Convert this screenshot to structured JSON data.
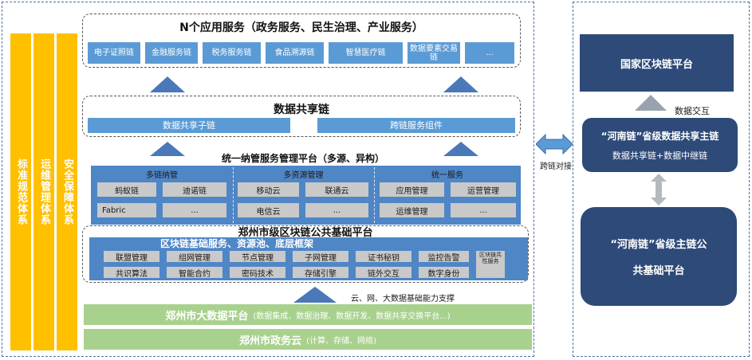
{
  "pillars": [
    "标准规范体系",
    "运维管理体系",
    "安全保障体系"
  ],
  "apps": {
    "title": "N个应用服务（政务服务、民生治理、产业服务）",
    "items": [
      "电子证照链",
      "金融服务链",
      "税务服务链",
      "食品溯源链",
      "智慧医疗链",
      "数据要素交易链",
      "..."
    ]
  },
  "data_share": {
    "title": "数据共享链",
    "items": [
      "数据共享子链",
      "跨链服务组件"
    ]
  },
  "mgmt": {
    "title": "统一纳管服务管理平台（多源、异构）",
    "columns": [
      {
        "header": "多链纳管",
        "items": [
          "蚂蚁链",
          "迪诺链",
          "Fabric",
          "..."
        ]
      },
      {
        "header": "多资源管理",
        "items": [
          "移动云",
          "联通云",
          "电信云",
          "..."
        ]
      },
      {
        "header": "统一服务",
        "items": [
          "应用管理",
          "运营管理",
          "运维管理",
          "..."
        ]
      }
    ]
  },
  "base": {
    "title": "郑州市级区块链公共基础平台",
    "subtitle": "区块链基础服务、资源池、底层框架",
    "row1": [
      "联盟管理",
      "组网管理",
      "节点管理",
      "子网管理",
      "证书秘钥",
      "监控告警"
    ],
    "row2": [
      "共识算法",
      "智能合约",
      "密码技术",
      "存储引擎",
      "链外交互",
      "数字身份"
    ],
    "side": "区块链共性服务"
  },
  "support_note": "云、网、大数据基础能力支撑",
  "bigdata": {
    "title": "郑州市大数据平台",
    "detail": "(数据集成、数据治理、数据开发、数据共享交换平台...)"
  },
  "gov_cloud": {
    "title": "郑州市政务云",
    "detail": "(计算、存储、网络)"
  },
  "cross_link": "跨链对接",
  "right": {
    "national": "国家区块链平台",
    "exchange": "数据交互",
    "henan_share_title": "“河南链”省级数据共享主链",
    "henan_share_sub": "数据共享链+数据中继链",
    "henan_main_l1": "“河南链”省级主链公",
    "henan_main_l2": "共基础平台"
  },
  "colors": {
    "pillar": "#ffc000",
    "blue": "#5b9bd5",
    "gray": "#c9c9c9",
    "green": "#a9d18e",
    "navy": "#2e4a78"
  }
}
